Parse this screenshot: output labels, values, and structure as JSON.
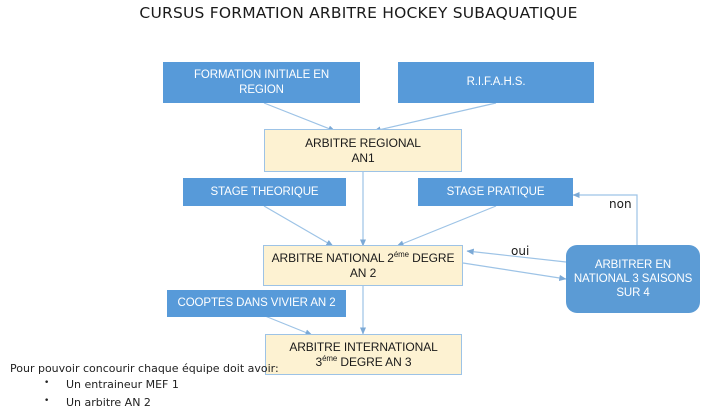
{
  "title": "CURSUS FORMATION ARBITRE HOCKEY SUBAQUATIQUE",
  "colors": {
    "blue_fill": "#579ad9",
    "blue_round_fill": "#5b9bd5",
    "cream_fill": "#fdf2d2",
    "cream_border": "#9dc3e6",
    "connector": "#9dc3e6",
    "text_dark": "#1a1a1a",
    "text_light": "#ffffff",
    "background": "#ffffff"
  },
  "nodes": {
    "formation_initiale": {
      "line1": "FORMATION INITIALE EN",
      "line2": "REGION"
    },
    "rifahs": {
      "line1": "R.I.F.A.H.S."
    },
    "arbitre_regional": {
      "line1": "ARBITRE REGIONAL",
      "line2": "AN1"
    },
    "stage_theorique": {
      "line1": "STAGE THEORIQUE"
    },
    "stage_pratique": {
      "line1": "STAGE PRATIQUE"
    },
    "arbitre_national": {
      "line1_pre": "ARBITRE NATIONAL 2",
      "line1_sup": "éme",
      "line1_post": " DEGRE",
      "line2": "AN 2"
    },
    "arbitrer_national_3": {
      "line1": "ARBITRER EN",
      "line2": "NATIONAL 3 SAISONS",
      "line3": "SUR 4"
    },
    "cooptes_vivier": {
      "line1": "COOPTES DANS VIVIER AN 2"
    },
    "arbitre_international": {
      "line1": "ARBITRE INTERNATIONAL",
      "line2_pre": "3",
      "line2_sup": "éme",
      "line2_post": " DEGRE   AN 3"
    }
  },
  "edge_labels": {
    "non": "non",
    "oui": "oui"
  },
  "footnote": {
    "heading": "Pour pouvoir concourir chaque équipe doit avoir:",
    "bullets": [
      "Un entraineur MEF 1",
      "Un arbitre AN 2"
    ]
  }
}
